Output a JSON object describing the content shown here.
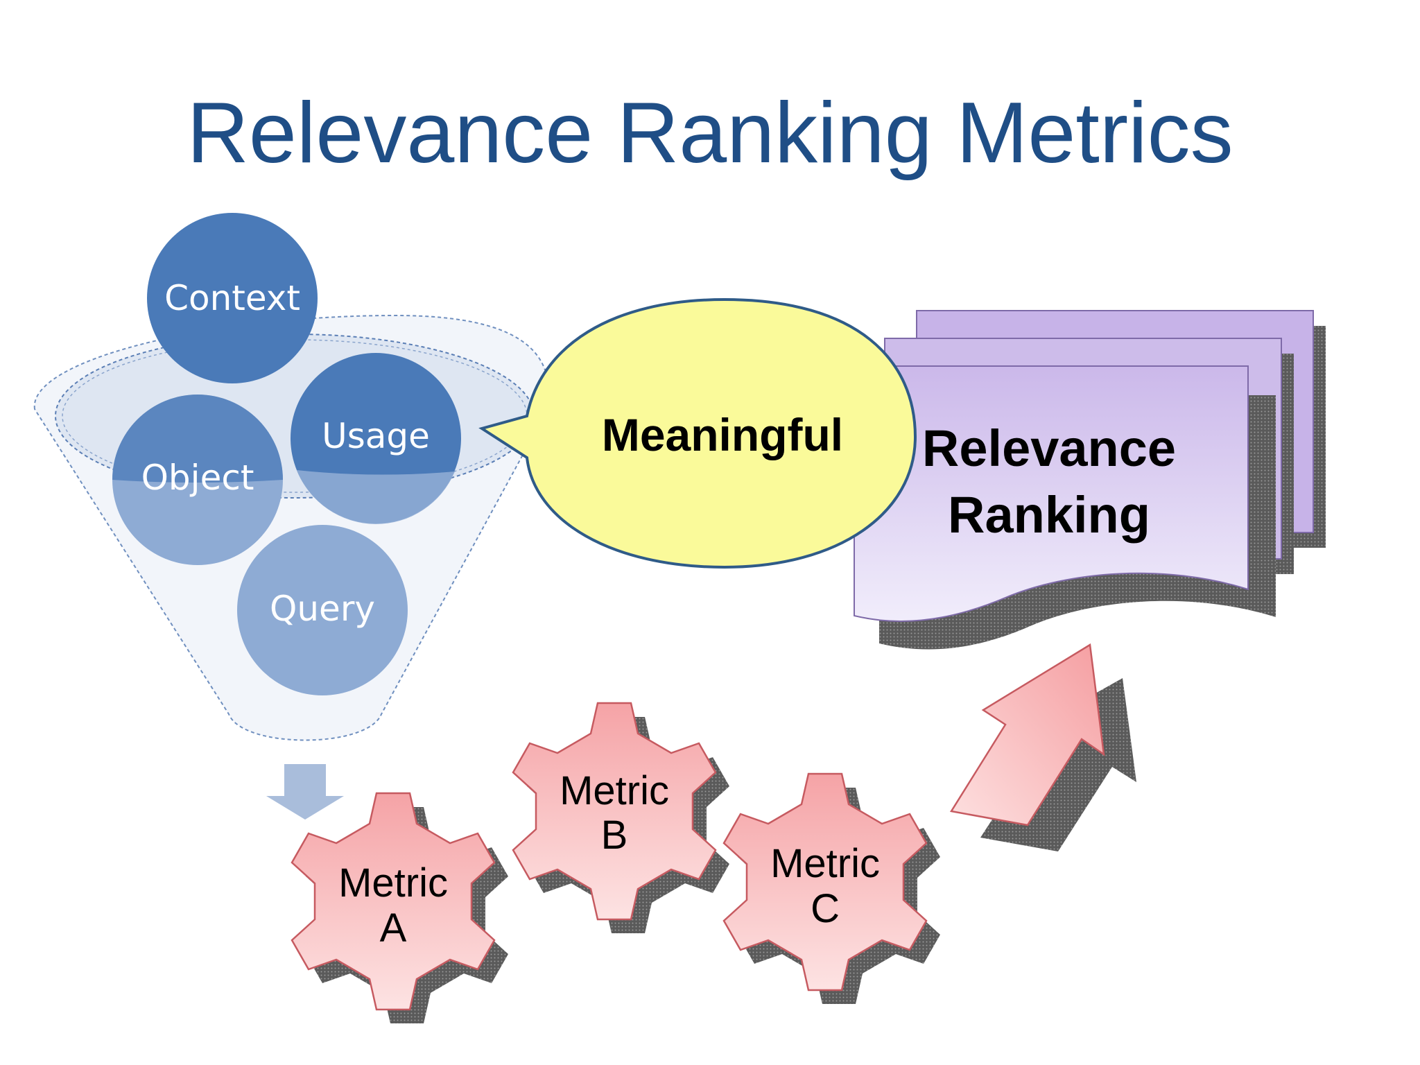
{
  "title": "Relevance Ranking Metrics",
  "funnel": {
    "circles": [
      {
        "id": "context",
        "label": "Context"
      },
      {
        "id": "usage",
        "label": "Usage"
      },
      {
        "id": "object",
        "label": "Object"
      },
      {
        "id": "query",
        "label": "Query"
      }
    ]
  },
  "callout": {
    "label": "Meaningful"
  },
  "document": {
    "line1": "Relevance",
    "line2": "Ranking"
  },
  "gears": [
    {
      "line1": "Metric",
      "line2": "A"
    },
    {
      "line1": "Metric",
      "line2": "B"
    },
    {
      "line1": "Metric",
      "line2": "C"
    }
  ],
  "colors": {
    "title": "#1f4e86",
    "circle_dark": "#4a7ab8",
    "circle_light": "#8eabd4",
    "callout_fill": "#fafa9a",
    "doc_fill": "#d6c8ee",
    "gear_fill": "#f7a9ab",
    "arrow_fill": "#f7a9ab",
    "down_arrow": "#a9bddb"
  }
}
